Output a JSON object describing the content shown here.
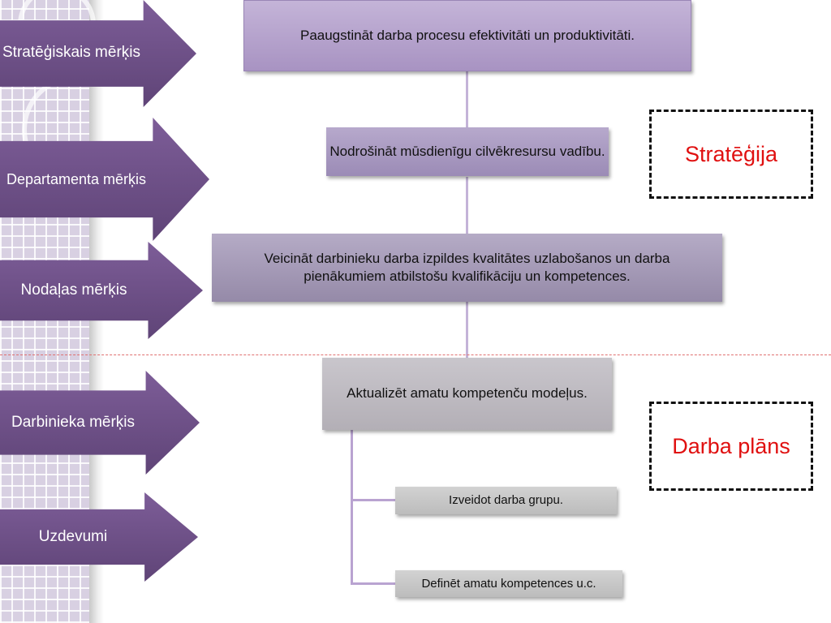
{
  "levels": [
    {
      "label": "Stratēģiskais mērķis"
    },
    {
      "label": "Departamenta mērķis"
    },
    {
      "label": "Nodaļas mērķis"
    },
    {
      "label": "Darbinieka mērķis"
    },
    {
      "label": "Uzdevumi"
    }
  ],
  "nodes": {
    "strategic_goal": "Paaugstināt darba procesu efektivitāti un produktivitāti.",
    "department_goal": "Nodrošināt mūsdienīgu cilvēkresursu vadību.",
    "unit_goal": "Veicināt darbinieku darba izpildes kvalitātes uzlabošanos un darba pienākumiem atbilstošu kvalifikāciju un kompetences.",
    "employee_goal": "Aktualizēt amatu kompetenču modeļus.",
    "task_1": "Izveidot darba grupu.",
    "task_2": "Definēt amatu kompetences u.c."
  },
  "sections": {
    "strategy": "Stratēģija",
    "work_plan": "Darba plāns"
  },
  "colors": {
    "arrow": "#6b4f85",
    "section_text": "#e01010",
    "divider": "#e07070"
  }
}
